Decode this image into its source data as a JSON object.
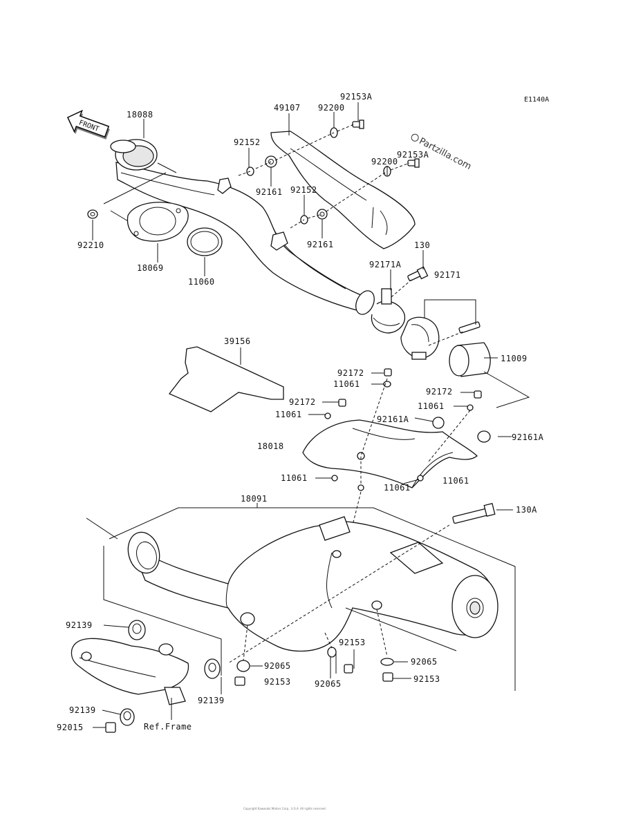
{
  "diagram_code": "E1140A",
  "watermark": "Partzilla.com",
  "front_label": "FRONT",
  "ref_frame_label": "Ref.Frame",
  "labels": {
    "p18088": "18088",
    "p49107": "49107",
    "p92200a": "92200",
    "p92153a_top": "92153A",
    "p92152a": "92152",
    "p92161a": "92161",
    "p92153a_mid": "92153A",
    "p92200b": "92200",
    "p92152b": "92152",
    "p92161b": "92161",
    "p92210": "92210",
    "p18069": "18069",
    "p11060": "11060",
    "p130": "130",
    "p92171a": "92171A",
    "p92171": "92171",
    "p39156": "39156",
    "p11009": "11009",
    "p92172a": "92172",
    "p11061a": "11061",
    "p92172b": "92172",
    "p11061b": "11061",
    "p92172c": "92172",
    "p11061c": "11061",
    "p92161Aa": "92161A",
    "p92161Ab": "92161A",
    "p18018": "18018",
    "p11061d": "11061",
    "p11061e": "11061",
    "p11061f": "11061",
    "p18091": "18091",
    "p130A": "130A",
    "p92139a": "92139",
    "p92065a": "92065",
    "p92153b": "92153",
    "p92139b": "92139",
    "p92153c": "92153",
    "p92065b": "92065",
    "p92065c": "92065",
    "p92153d": "92153",
    "p92139c": "92139",
    "p92015": "92015"
  },
  "footer": "Copyright Kawasaki Motors Corp., U.S.A. All rights reserved."
}
